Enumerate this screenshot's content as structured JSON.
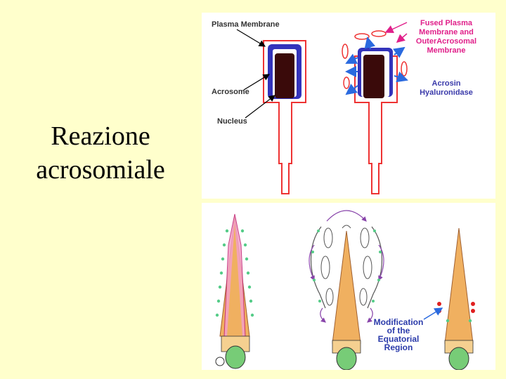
{
  "slide": {
    "title_line1": "Reazione",
    "title_line2": "acrosomiale"
  },
  "diagram_top": {
    "plasma_membrane": "Plasma Membrane",
    "acrosome": "Acrosome",
    "nucleus": "Nucleus",
    "fused_line1": "Fused Plasma",
    "fused_line2": "Membrane and",
    "fused_line3": "OuterAcrosomal",
    "fused_line4": "Membrane",
    "enzymes_line1": "Acrosin",
    "enzymes_line2": "Hyaluronidase"
  },
  "diagram_bottom": {
    "mod_line1": "Modification",
    "mod_line2": "of the",
    "mod_line3": "Equatorial",
    "mod_line4": "Region"
  },
  "colors": {
    "background": "#ffffcc",
    "membrane_red": "#e33",
    "acrosome_blue": "#3333bb",
    "nucleus_brown": "#3a0a0a",
    "magenta_arrow": "#e0208a",
    "blue_label": "#3a3aaa",
    "sperm_orange": "#f0b060",
    "dot_green": "#55cc88"
  }
}
